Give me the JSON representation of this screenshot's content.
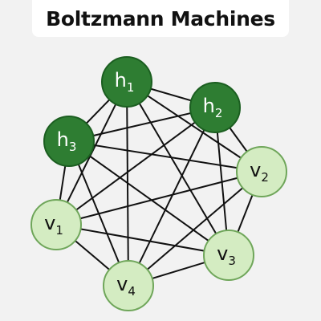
{
  "title": "Boltzmann Machines",
  "colors": {
    "background": "#f2f2f2",
    "hidden_fill": "#2e7d32",
    "hidden_stroke": "#1b5e20",
    "hidden_text": "#ffffff",
    "visible_fill": "#d4ecc2",
    "visible_stroke": "#6fa65a",
    "visible_text": "#111111",
    "edge": "#111111"
  },
  "nodes": [
    {
      "id": "h1",
      "base": "h",
      "sub": "1",
      "type": "hidden"
    },
    {
      "id": "h2",
      "base": "h",
      "sub": "2",
      "type": "hidden"
    },
    {
      "id": "h3",
      "base": "h",
      "sub": "3",
      "type": "hidden"
    },
    {
      "id": "v2",
      "base": "v",
      "sub": "2",
      "type": "visible"
    },
    {
      "id": "v1",
      "base": "v",
      "sub": "1",
      "type": "visible"
    },
    {
      "id": "v3",
      "base": "v",
      "sub": "3",
      "type": "visible"
    },
    {
      "id": "v4",
      "base": "v",
      "sub": "4",
      "type": "visible"
    }
  ],
  "edges": "fully-connected"
}
